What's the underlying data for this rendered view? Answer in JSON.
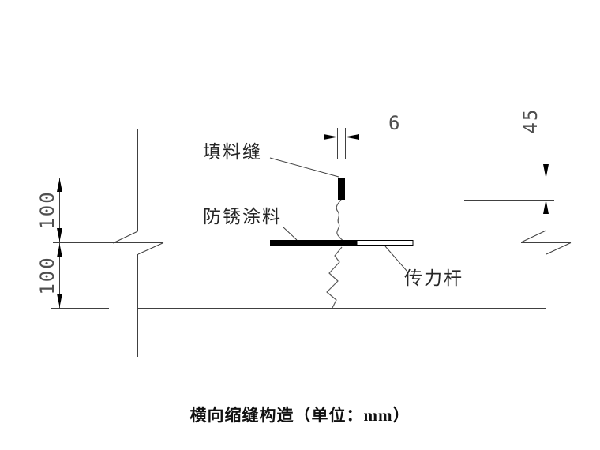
{
  "drawing": {
    "caption": "横向缩缝构造（单位：mm）",
    "labels": {
      "filler_joint": "填料缝",
      "antirust_coating": "防锈涂料",
      "dowel_bar": "传力杆"
    },
    "dimensions": {
      "joint_width": "6",
      "joint_depth": "45",
      "upper_layer_thickness": "100",
      "lower_layer_thickness": "100"
    },
    "colors": {
      "background": "#ffffff",
      "line": "#404040",
      "solid_fill": "#000000",
      "dim_text": "#4f4f4f",
      "label_text": "#262626"
    }
  }
}
